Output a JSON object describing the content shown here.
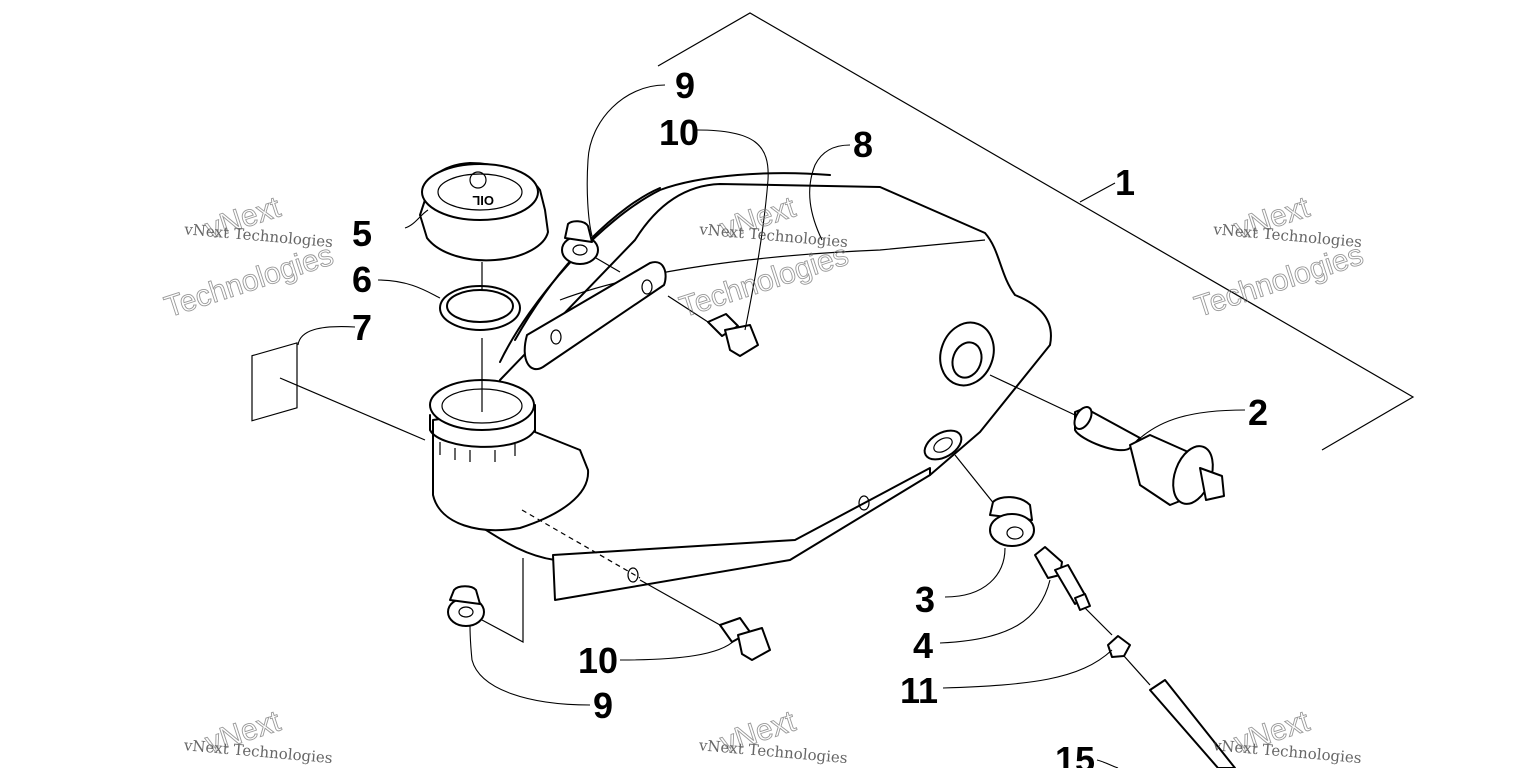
{
  "callouts": {
    "c1": "1",
    "c2": "2",
    "c3": "3",
    "c4": "4",
    "c5": "5",
    "c6": "6",
    "c7": "7",
    "c8": "8",
    "c9a": "9",
    "c9b": "9",
    "c10a": "10",
    "c10b": "10",
    "c11": "11",
    "c15": "15"
  },
  "cap_text": "OIL",
  "watermark": {
    "line1": "vNext Technologies",
    "brand_top": "vNext",
    "brand_bottom": "Technologies"
  }
}
